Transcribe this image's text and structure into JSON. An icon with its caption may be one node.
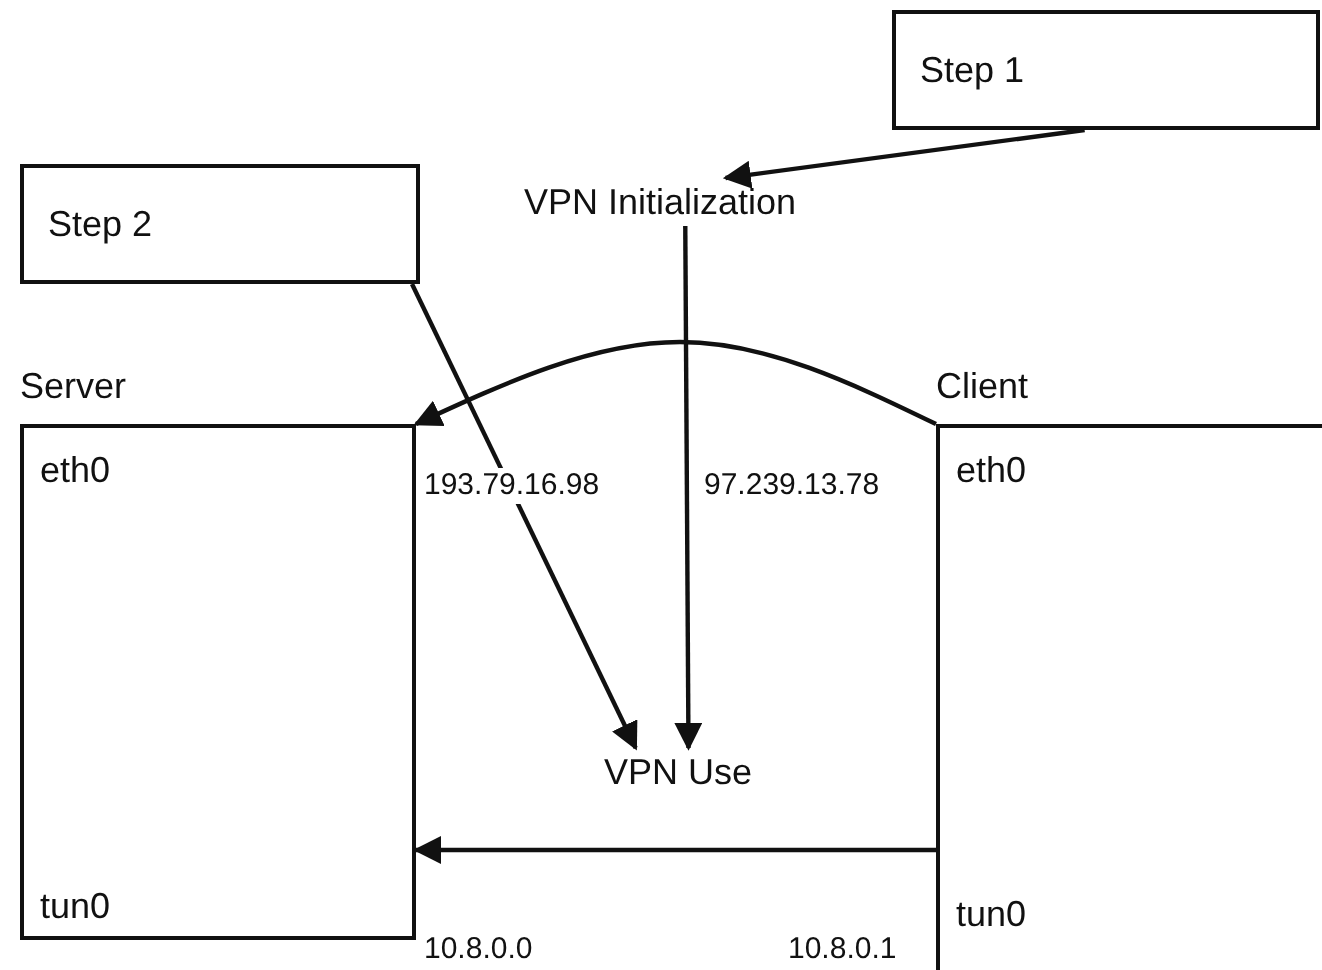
{
  "diagram": {
    "nodes": [
      {
        "text": [
          "Step 1"
        ]
      },
      {
        "text": [
          "Step 2"
        ]
      },
      {
        "text": [
          "VPN Initialization"
        ]
      },
      {
        "text": [
          "Server",
          "eth0",
          "tun0"
        ]
      },
      {
        "text": [
          "Client",
          "eth0",
          "tun0"
        ]
      },
      {
        "text": [
          "VPN Use"
        ]
      }
    ],
    "edges": [
      {
        "from": 0,
        "to": 2,
        "arrow": "to"
      },
      {
        "from": 1,
        "to": 5,
        "arrow": "to"
      },
      {
        "from": 2,
        "to": 5,
        "arrow": "to"
      },
      {
        "from": 4,
        "to": 3,
        "arrow": "to"
      },
      {
        "from": 4,
        "to": 3,
        "arrow": "to"
      }
    ],
    "labels": [
      "193.79.16.98",
      "97.239.13.78",
      "10.8.0.0",
      "10.8.0.1"
    ]
  }
}
